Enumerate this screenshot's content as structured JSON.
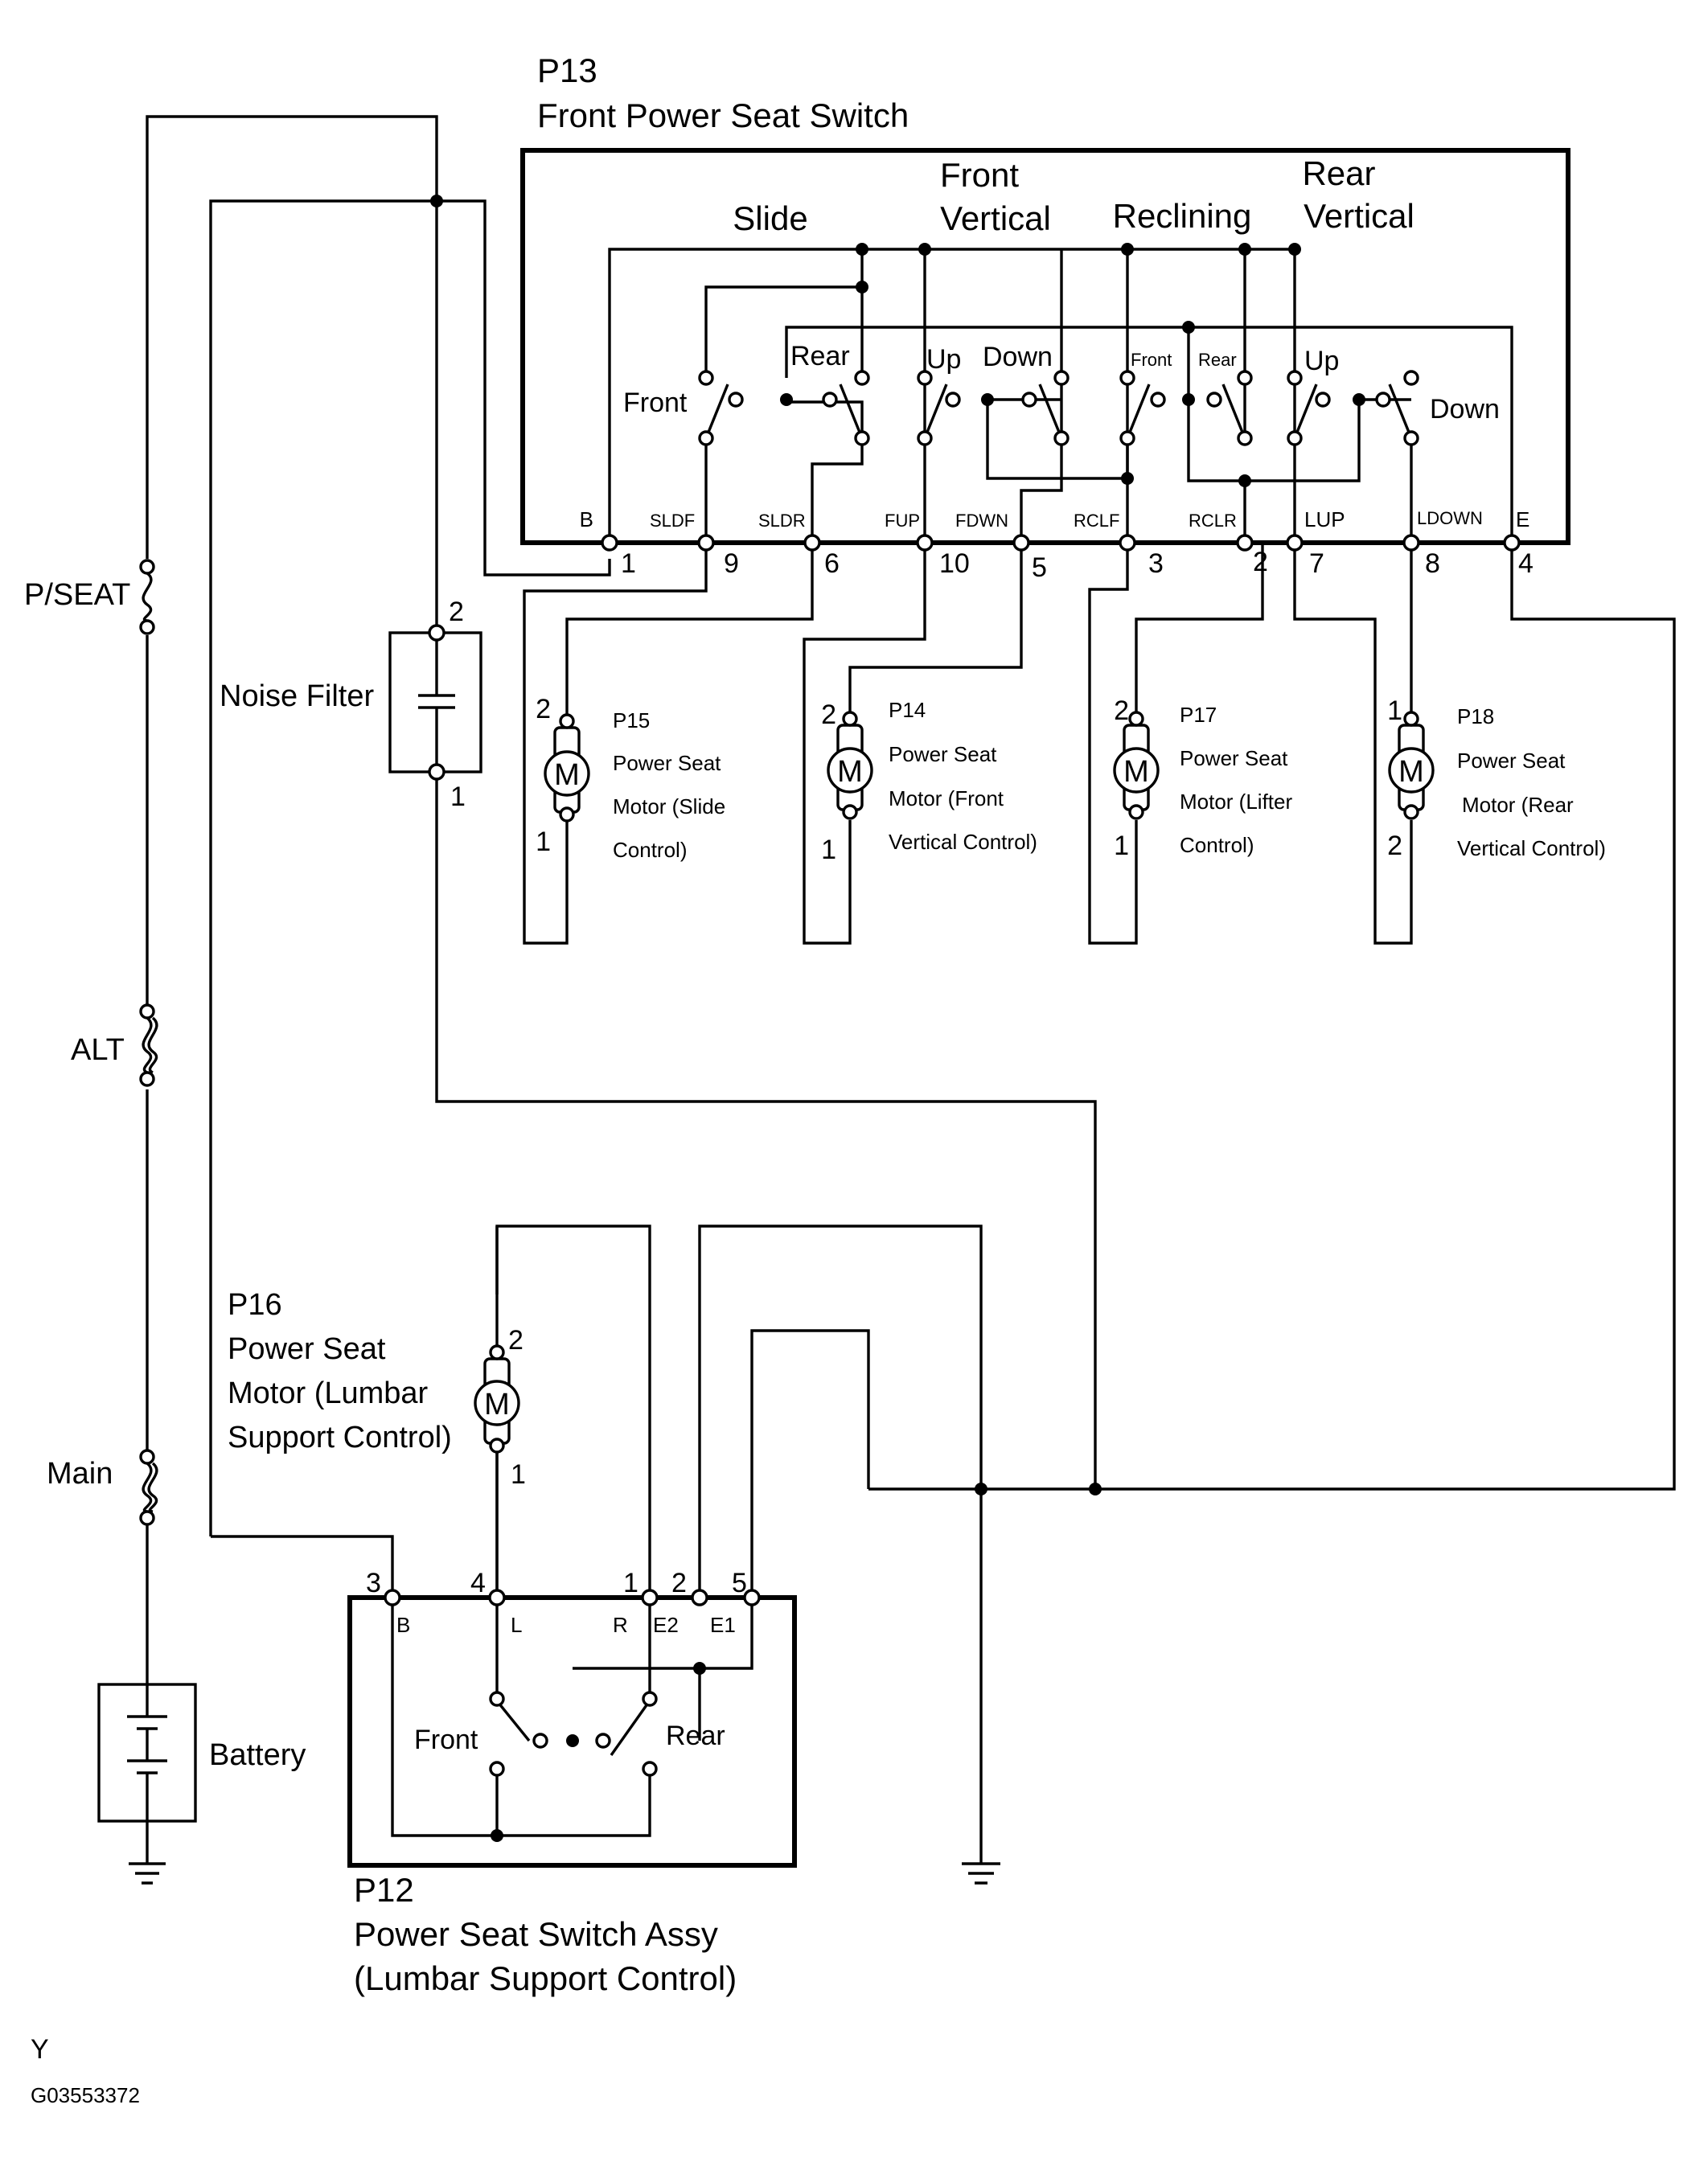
{
  "switch_p13": {
    "code": "P13",
    "name": "Front Power Seat Switch"
  },
  "groups": {
    "slide": "Slide",
    "front_vertical_1": "Front",
    "front_vertical_2": "Vertical",
    "reclining": "Reclining",
    "rear_vertical_1": "Rear",
    "rear_vertical_2": "Vertical"
  },
  "switch_positions": {
    "slide_front": "Front",
    "slide_rear": "Rear",
    "fv_up": "Up",
    "fv_down": "Down",
    "rec_front": "Front",
    "rec_rear": "Rear",
    "rv_up": "Up",
    "rv_down": "Down"
  },
  "p13_terminals": [
    {
      "name": "B",
      "pin": "1"
    },
    {
      "name": "SLDF",
      "pin": "9"
    },
    {
      "name": "SLDR",
      "pin": "6"
    },
    {
      "name": "FUP",
      "pin": "10"
    },
    {
      "name": "FDWN",
      "pin": "5"
    },
    {
      "name": "RCLF",
      "pin": "3"
    },
    {
      "name": "RCLR",
      "pin": "2"
    },
    {
      "name": "LUP",
      "pin": "7"
    },
    {
      "name": "LDOWN",
      "pin": "8"
    },
    {
      "name": "E",
      "pin": "4"
    }
  ],
  "motors": {
    "p15": {
      "code": "P15",
      "l1": "Power Seat",
      "l2": "Motor (Slide",
      "l3": "Control)",
      "top_pin": "2",
      "bottom_pin": "1"
    },
    "p14": {
      "code": "P14",
      "l1": "Power Seat",
      "l2": "Motor (Front",
      "l3": "Vertical Control)",
      "top_pin": "2",
      "bottom_pin": "1"
    },
    "p17": {
      "code": "P17",
      "l1": "Power Seat",
      "l2": "Motor (Lifter",
      "l3": "Control)",
      "top_pin": "2",
      "bottom_pin": "1"
    },
    "p18": {
      "code": "P18",
      "l1": "Power Seat",
      "l2": "Motor (Rear",
      "l3": "Vertical Control)",
      "top_pin": "1",
      "bottom_pin": "2"
    },
    "p16": {
      "code": "P16",
      "l1": "Power Seat",
      "l2": "Motor (Lumbar",
      "l3": "Support Control)",
      "top_pin": "2",
      "bottom_pin": "1"
    },
    "motor_symbol": "M"
  },
  "noise_filter": {
    "label": "Noise Filter",
    "pin_top": "2",
    "pin_bottom": "1"
  },
  "fuses": {
    "pseat": "P/SEAT",
    "alt": "ALT",
    "main": "Main"
  },
  "battery": "Battery",
  "switch_p12": {
    "code": "P12",
    "name1": "Power Seat Switch Assy",
    "name2": "(Lumbar Support Control)",
    "front": "Front",
    "rear": "Rear",
    "terminals": [
      {
        "name": "B",
        "pin": "3"
      },
      {
        "name": "L",
        "pin": "4"
      },
      {
        "name": "R",
        "pin": "1"
      },
      {
        "name": "E2",
        "pin": "2"
      },
      {
        "name": "E1",
        "pin": "5"
      }
    ]
  },
  "footer": {
    "mark": "Y",
    "code": "G03553372"
  }
}
